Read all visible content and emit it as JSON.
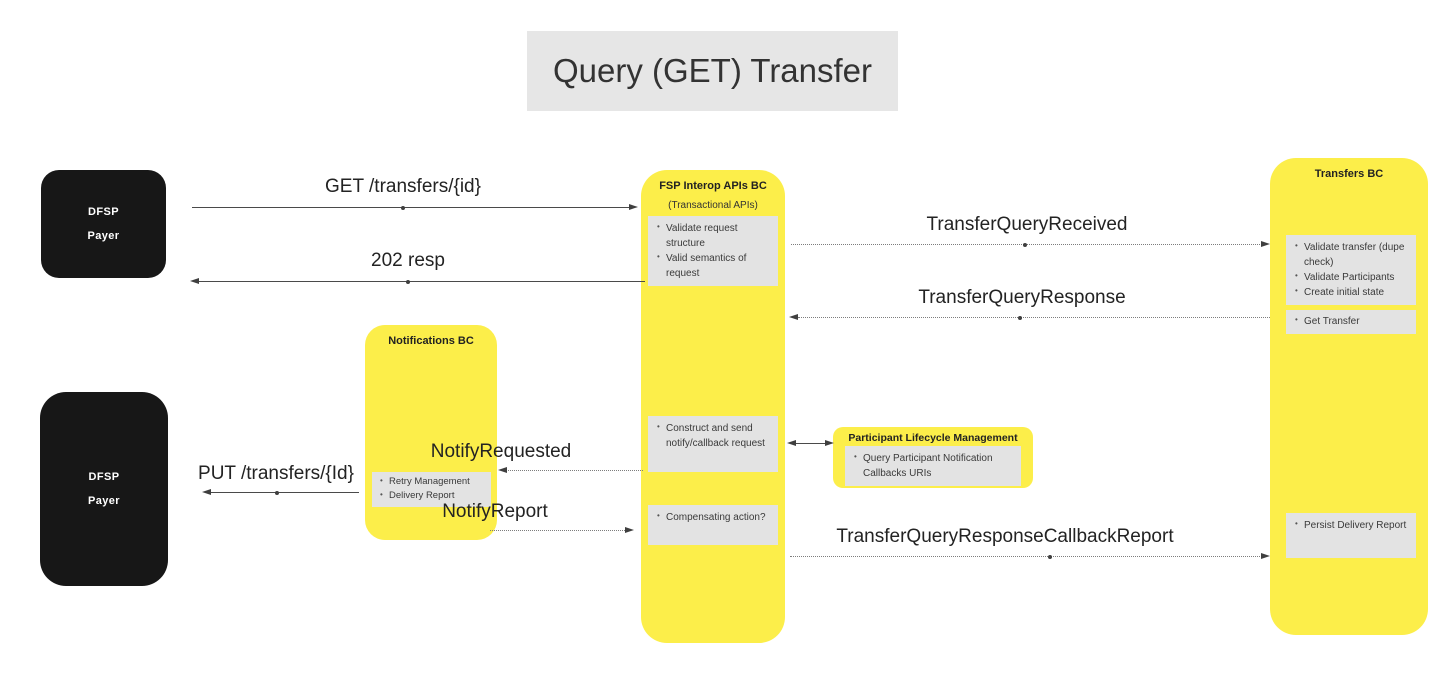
{
  "title": "Query (GET) Transfer",
  "colors": {
    "component_yellow": "#FCEE4A",
    "panel_gray": "#E3E3E3",
    "banner_gray": "#E6E6E6",
    "actor_black": "#171717",
    "line_color": "#4a4a4a"
  },
  "actors": {
    "payer_top": {
      "line1": "DFSP",
      "line2": "Payer"
    },
    "payer_bottom": {
      "line1": "DFSP",
      "line2": "Payer"
    }
  },
  "components": {
    "notifications": {
      "title": "Notifications BC",
      "tasks": [
        "Retry Management",
        "Delivery Report"
      ]
    },
    "fsp_interop": {
      "title": "FSP Interop APIs BC",
      "subtitle": "(Transactional APIs)",
      "validate_tasks": [
        "Validate request structure",
        "Valid semantics of request"
      ],
      "construct_tasks": [
        "Construct and send notify/callback request"
      ],
      "compensate_tasks": [
        "Compensating action?"
      ]
    },
    "plm": {
      "title": "Participant Lifecycle Management",
      "tasks": [
        "Query Participant Notification Callbacks URIs"
      ]
    },
    "transfers": {
      "title": "Transfers BC",
      "validate_tasks": [
        "Validate transfer (dupe check)",
        "Validate Participants",
        "Create initial state"
      ],
      "get_tasks": [
        "Get Transfer"
      ],
      "persist_tasks": [
        "Persist Delivery Report"
      ]
    }
  },
  "messages": {
    "get_transfers": "GET /transfers/{id}",
    "resp_202": "202 resp",
    "transfer_query_received": "TransferQueryReceived",
    "transfer_query_response": "TransferQueryResponse",
    "notify_requested": "NotifyRequested",
    "put_transfers": "PUT /transfers/{Id}",
    "notify_report": "NotifyReport",
    "transfer_query_response_callback_report": "TransferQueryResponseCallbackReport"
  }
}
